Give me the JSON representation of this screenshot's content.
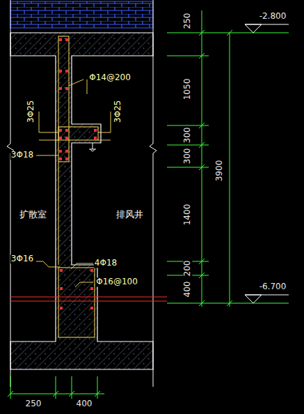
{
  "diagram": {
    "labels": [
      "250",
      "-2.800",
      "1050",
      "Φ14@200",
      "3Φ25",
      "3Φ25",
      "300",
      "3Φ18",
      "300",
      "3900",
      "扩散室",
      "排风井",
      "1400",
      "3Φ16",
      "4Φ18",
      "200",
      "Φ16@100",
      "400",
      "-6.700",
      "250",
      "400"
    ]
  }
}
